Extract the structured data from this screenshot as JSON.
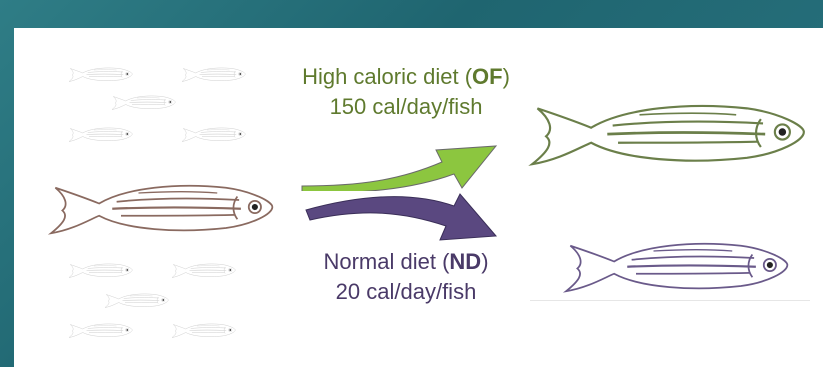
{
  "diagram": {
    "overfed": {
      "line1_prefix": "High caloric diet (",
      "line1_code": "OF",
      "line1_suffix": ")",
      "line2": "150 cal/day/fish",
      "arrow_color": "#8cc63f",
      "fish_color": "#6b7f4a"
    },
    "normal": {
      "line1_prefix": "Normal diet (",
      "line1_code": "ND",
      "line1_suffix": ")",
      "line2": "20 cal/day/fish",
      "arrow_color": "#5a4880",
      "fish_color": "#6a5a8a"
    },
    "start_fish_color": "#8a6a60",
    "school_fish_color": "#cfcfcf"
  }
}
